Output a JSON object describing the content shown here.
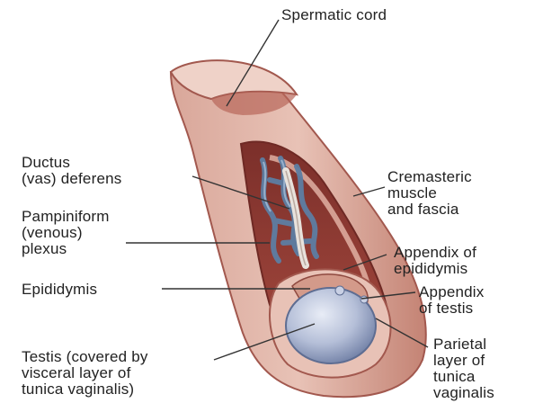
{
  "labels": {
    "spermatic_cord": "Spermatic cord",
    "ductus_deferens": "Ductus\n(vas) deferens",
    "pampiniform": "Pampiniform\n(venous)\nplexus",
    "epididymis": "Epididymis",
    "testis": "Testis (covered by\nvisceral layer of\ntunica vaginalis)",
    "cremasteric": "Cremasteric\nmuscle\nand fascia",
    "appendix_epididymis": "Appendix of\nepididymis",
    "appendix_testis": "Appendix\nof testis",
    "parietal": "Parietal\nlayer of\ntunica\nvaginalis"
  },
  "colors": {
    "muscle": "#c98a7c",
    "muscle_dark": "#a2584e",
    "cavity": "#8f3b33",
    "vessel": "#5d7ea3",
    "testis": "#b5bfd8",
    "line": "#333333"
  }
}
